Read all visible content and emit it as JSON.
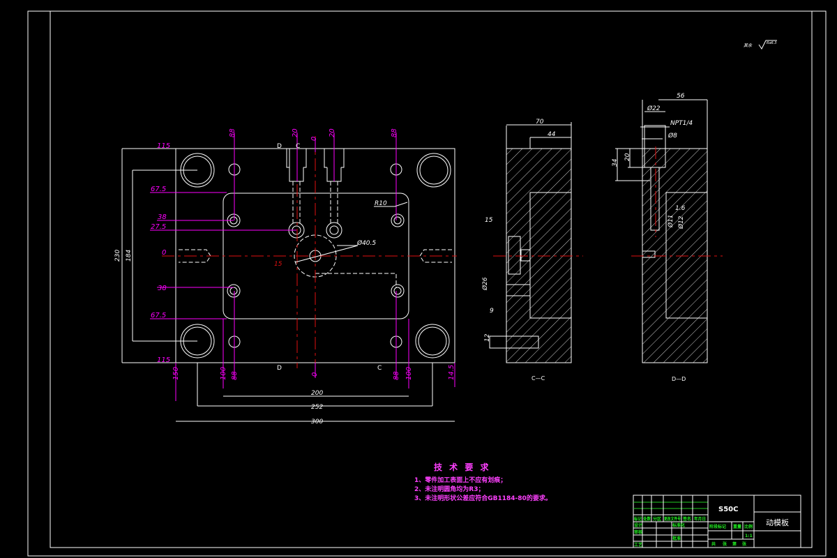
{
  "drawing": {
    "surface_finish": {
      "label": "其余",
      "value": "Ra6.3"
    },
    "main_view": {
      "left_dims": [
        "115",
        "67.5",
        "38",
        "27.5",
        "0",
        "38",
        "67.5",
        "115"
      ],
      "overall_height_dims": [
        "230",
        "184"
      ],
      "top_dims": [
        "88",
        "20",
        "0",
        "20",
        "88"
      ],
      "bottom_dims": [
        "150",
        "100",
        "88",
        "0",
        "88",
        "100",
        "14.5"
      ],
      "horizontal_dims": [
        "200",
        "252",
        "300"
      ],
      "radius": "R10",
      "diameter": "Ø40.5",
      "offset": "15",
      "section_marks": [
        "D",
        "C",
        "D",
        "C"
      ]
    },
    "section_cc": {
      "label": "C—C",
      "dims": [
        "70",
        "44",
        "15",
        "Ø26",
        "9",
        "12"
      ]
    },
    "section_dd": {
      "label": "D—D",
      "dims": [
        "56",
        "Ø22",
        "NPT1/4",
        "Ø8",
        "20",
        "34",
        "1.6",
        "Ø11",
        "Ø12"
      ]
    },
    "tech_requirements": {
      "title": "技 术 要 求",
      "items": [
        "1、零件加工表面上不应有划痕；",
        "2、未注明圆角均为R3；",
        "3、未注明形状公差应符合GB1184-80的要求。"
      ]
    },
    "title_block": {
      "material": "S50C",
      "part_name": "动模板",
      "header_cells": [
        "标记",
        "处数",
        "分区",
        "更改文件号",
        "签名",
        "年月日"
      ],
      "left_rows": [
        "设计",
        "审核",
        "",
        "工艺"
      ],
      "mid_rows": [
        "标准化",
        "",
        "批准",
        ""
      ],
      "stage_cells": [
        "阶段标记",
        "重量",
        "比例"
      ],
      "scale": "1:1",
      "sheet": [
        "共",
        "张",
        "第",
        "张"
      ]
    },
    "colors": {
      "background": "#000000",
      "lines": "#ffffff",
      "dimensions": "#ff00ff",
      "centerlines": "#e01010",
      "title_block": "#22cc22"
    }
  }
}
